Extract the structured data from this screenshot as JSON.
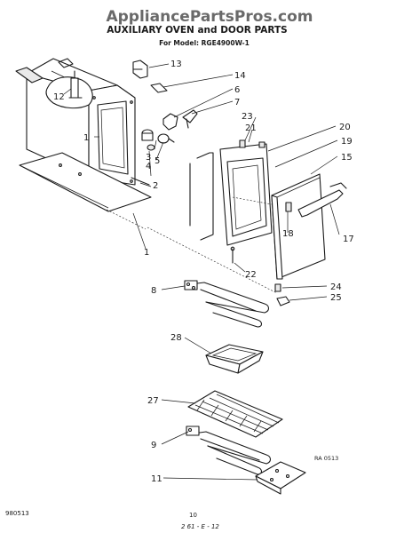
{
  "watermark": "AppliancePartsPros.com",
  "title": "AUXILIARY OVEN and DOOR PARTS",
  "model_line": "For Model: RGE4900W-1",
  "callouts": [
    {
      "id": "c1a",
      "label": "1"
    },
    {
      "id": "c1b",
      "label": "1"
    },
    {
      "id": "c2",
      "label": "2"
    },
    {
      "id": "c3",
      "label": "3"
    },
    {
      "id": "c4",
      "label": "4"
    },
    {
      "id": "c5",
      "label": "5"
    },
    {
      "id": "c6",
      "label": "6"
    },
    {
      "id": "c7",
      "label": "7"
    },
    {
      "id": "c8",
      "label": "8"
    },
    {
      "id": "c9",
      "label": "9"
    },
    {
      "id": "c11",
      "label": "11"
    },
    {
      "id": "c12",
      "label": "12"
    },
    {
      "id": "c13",
      "label": "13"
    },
    {
      "id": "c14",
      "label": "14"
    },
    {
      "id": "c15",
      "label": "15"
    },
    {
      "id": "c17",
      "label": "17"
    },
    {
      "id": "c18",
      "label": "18"
    },
    {
      "id": "c19",
      "label": "19"
    },
    {
      "id": "c20",
      "label": "20"
    },
    {
      "id": "c21",
      "label": "21"
    },
    {
      "id": "c22",
      "label": "22"
    },
    {
      "id": "c23",
      "label": "23"
    },
    {
      "id": "c24",
      "label": "24"
    },
    {
      "id": "c25",
      "label": "25"
    },
    {
      "id": "c27",
      "label": "27"
    },
    {
      "id": "c28",
      "label": "28"
    }
  ],
  "ref_code": "RA 0513",
  "footer_left": "980513",
  "footer_page": "10",
  "footer_handwritten": "2 61 - E - 12"
}
